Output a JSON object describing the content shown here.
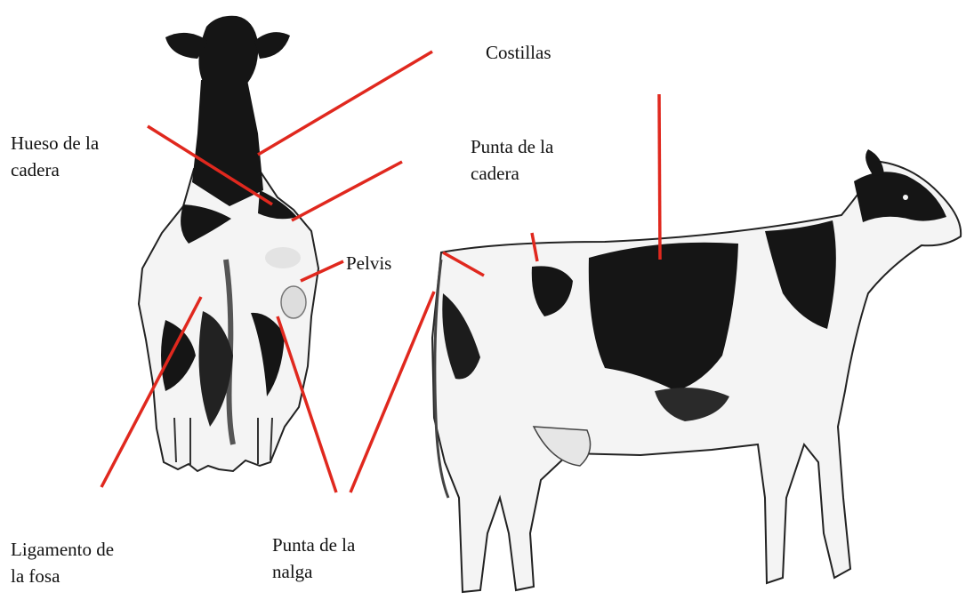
{
  "colors": {
    "leader": "#e0281e",
    "ink": "#111111",
    "hide_black": "#151515",
    "hide_white": "#f4f4f4"
  },
  "illustrations": {
    "rear": "cow-rear-view",
    "side": "cow-side-view"
  },
  "labels": {
    "costillas": [
      "Costillas"
    ],
    "hueso_cadera": [
      "Hueso de la",
      "cadera"
    ],
    "punta_cadera": [
      "Punta de la",
      "cadera"
    ],
    "pelvis": [
      "Pelvis"
    ],
    "ligamento_fosa": [
      "Ligamento de",
      "la fosa"
    ],
    "punta_nalga": [
      "Punta de la",
      "nalga"
    ]
  }
}
